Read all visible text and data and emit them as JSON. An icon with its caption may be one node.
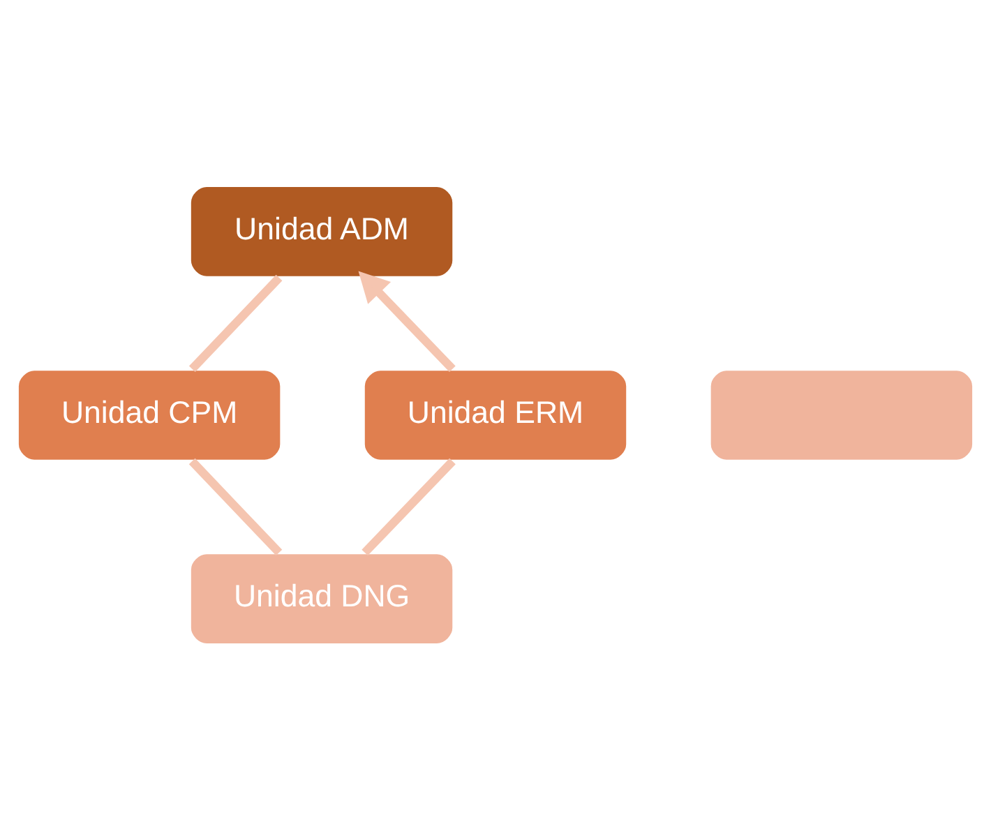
{
  "diagram": {
    "nodes": [
      {
        "text": [
          "Unidad ADM"
        ]
      },
      {
        "text": [
          "Unidad ERM"
        ]
      },
      {
        "text": [
          "Unidad CPM"
        ]
      },
      {
        "text": [],
        "shape": "box"
      },
      {
        "text": [
          "Unidad DNG"
        ]
      }
    ],
    "edges": [
      {
        "from": 0,
        "to": 2,
        "arrow": "none"
      },
      {
        "from": 2,
        "to": 4,
        "arrow": "none"
      },
      {
        "from": 4,
        "to": 1,
        "arrow": "none"
      },
      {
        "from": 1,
        "to": 0,
        "arrow": "to"
      }
    ]
  }
}
